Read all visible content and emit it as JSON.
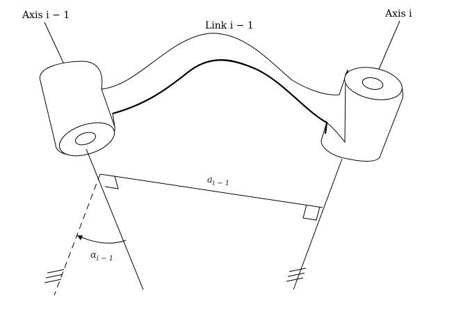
{
  "labels": {
    "axis_prev": "Axis i − 1",
    "axis_curr": "Axis i",
    "link": "Link i − 1",
    "link_length": "a",
    "link_length_sub": "i − 1",
    "twist_angle": "α",
    "twist_angle_sub": "i − 1"
  }
}
